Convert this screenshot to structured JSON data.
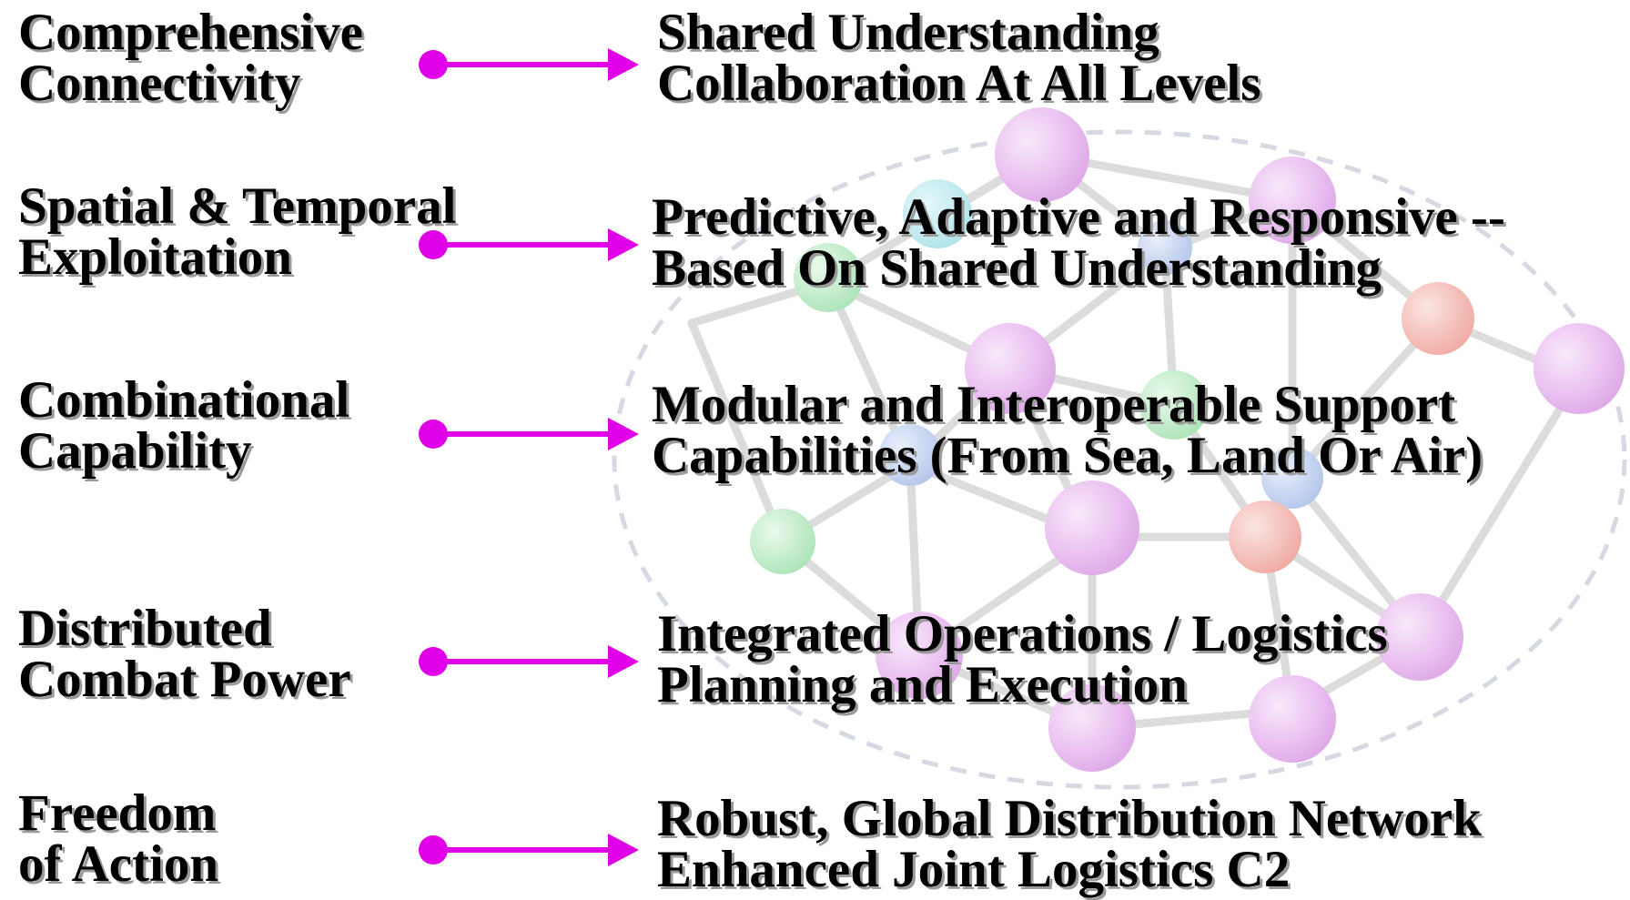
{
  "colors": {
    "arrow": "#e000e8",
    "text": "#000000",
    "text_shadow": "#9a9a9a",
    "background": "#ffffff"
  },
  "rows": [
    {
      "label_lines": [
        "Comprehensive",
        "Connectivity"
      ],
      "desc_lines": [
        "Shared Understanding",
        "Collaboration At All Levels"
      ]
    },
    {
      "label_lines": [
        "Spatial & Temporal",
        "Exploitation"
      ],
      "desc_lines": [
        "Predictive, Adaptive and Responsive --",
        "Based On Shared Understanding"
      ]
    },
    {
      "label_lines": [
        "Combinational",
        "Capability"
      ],
      "desc_lines": [
        "Modular and Interoperable Support",
        "Capabilities (From Sea, Land Or Air)"
      ]
    },
    {
      "label_lines": [
        "Distributed",
        "Combat Power"
      ],
      "desc_lines": [
        "Integrated Operations / Logistics",
        "Planning and Execution"
      ]
    },
    {
      "label_lines": [
        "Freedom",
        "of Action"
      ],
      "desc_lines": [
        "Robust, Global Distribution Network",
        "Enhanced Joint Logistics C2"
      ]
    }
  ],
  "background_graphic": {
    "icon": "network-graph-icon"
  }
}
